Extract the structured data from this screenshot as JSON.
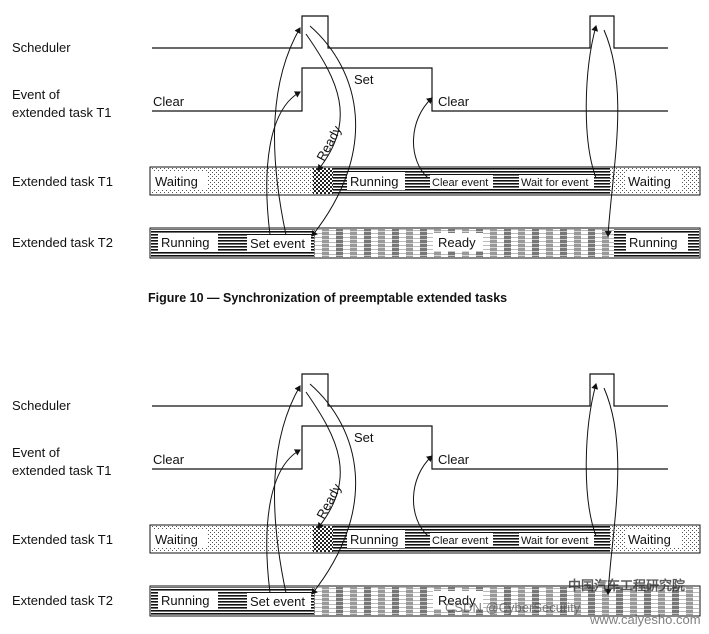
{
  "diagram_a": {
    "row_labels": {
      "scheduler": "Scheduler",
      "event_line1": "Event of",
      "event_line2": "extended task T1",
      "task_t1": "Extended task T1",
      "task_t2": "Extended task T2"
    },
    "signal_labels": {
      "clear_left": "Clear",
      "set": "Set",
      "clear_right": "Clear",
      "ready": "Ready"
    },
    "t1_states": {
      "waiting_left": "Waiting",
      "running": "Running",
      "clear_event": "Clear event",
      "wait_for_event": "Wait for event",
      "waiting_right": "Waiting"
    },
    "t2_states": {
      "running_left": "Running",
      "set_event": "Set event",
      "ready": "Ready",
      "running_right": "Running"
    },
    "caption": "Figure 10 — Synchronization of preemptable extended tasks"
  },
  "diagram_b": {
    "row_labels": {
      "scheduler": "Scheduler",
      "event_line1": "Event of",
      "event_line2": "extended task T1",
      "task_t1": "Extended task T1",
      "task_t2": "Extended task T2"
    },
    "signal_labels": {
      "clear_left": "Clear",
      "set": "Set",
      "clear_right": "Clear",
      "ready": "Ready"
    },
    "t1_states": {
      "waiting_left": "Waiting",
      "running": "Running",
      "clear_event": "Clear event",
      "wait_for_event": "Wait for event",
      "waiting_right": "Waiting"
    },
    "t2_states": {
      "running_left": "Running",
      "set_event": "Set event",
      "ready": "Ready"
    }
  },
  "watermark": {
    "csdn": "CSDN @CyberSecurity",
    "site_cn": "中国汽车工程研究院",
    "site": "www.caiyesho.com"
  },
  "colors": {
    "ink": "#111111",
    "paper": "#ffffff"
  }
}
